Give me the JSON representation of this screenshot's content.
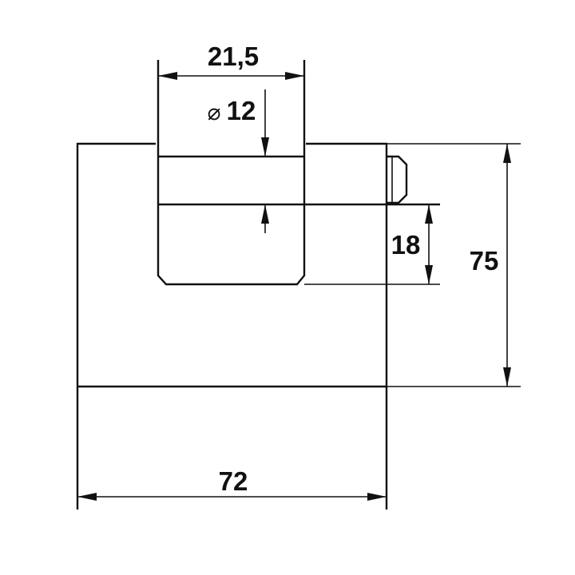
{
  "drawing": {
    "dimensions": {
      "shackle_width": "21,5",
      "shackle_diameter": "12",
      "diameter_symbol": "⌀",
      "shackle_clearance": "18",
      "body_height": "75",
      "body_width": "72"
    },
    "colors": {
      "line": "#111111",
      "background": "#ffffff"
    }
  }
}
